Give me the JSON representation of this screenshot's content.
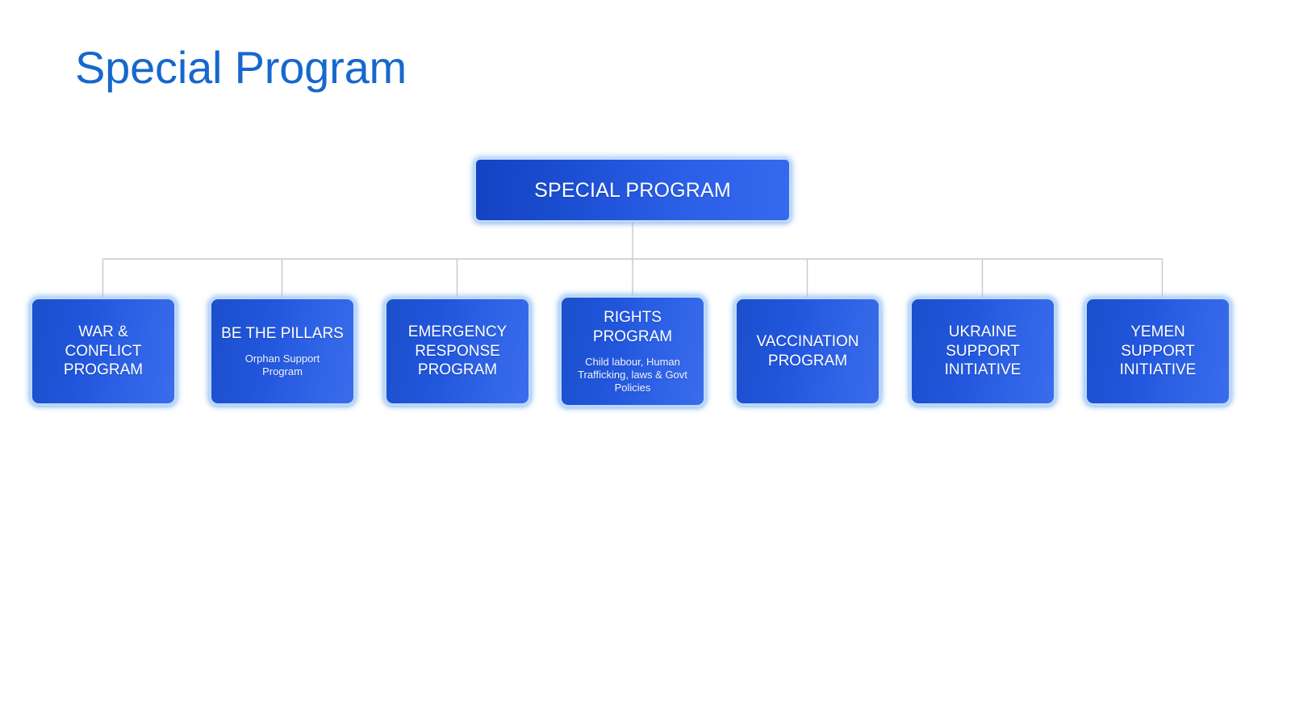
{
  "slide": {
    "title": "Special Program",
    "background_color": "#ffffff",
    "title_color": "#1668CC"
  },
  "diagram": {
    "type": "org-chart",
    "connector_color": "#C9C9C9",
    "node_border_color": "#BBD8FA",
    "node_gradient_from": "#1B4FCB",
    "node_gradient_to": "#3A6CEB",
    "root": {
      "label": "SPECIAL PROGRAM",
      "subtitle": ""
    },
    "children": [
      {
        "label": "WAR & CONFLICT\nPROGRAM",
        "subtitle": ""
      },
      {
        "label": "BE THE PILLARS",
        "subtitle": "Orphan Support\nProgram"
      },
      {
        "label": "EMERGENCY\nRESPONSE\nPROGRAM",
        "subtitle": ""
      },
      {
        "label": "RIGHTS PROGRAM",
        "subtitle": "Child labour, Human\nTrafficking, laws & Govt\nPolicies"
      },
      {
        "label": "VACCINATION\nPROGRAM",
        "subtitle": ""
      },
      {
        "label": "UKRAINE SUPPORT\nINITIATIVE",
        "subtitle": ""
      },
      {
        "label": "YEMEN SUPPORT\nINITIATIVE",
        "subtitle": ""
      }
    ]
  }
}
